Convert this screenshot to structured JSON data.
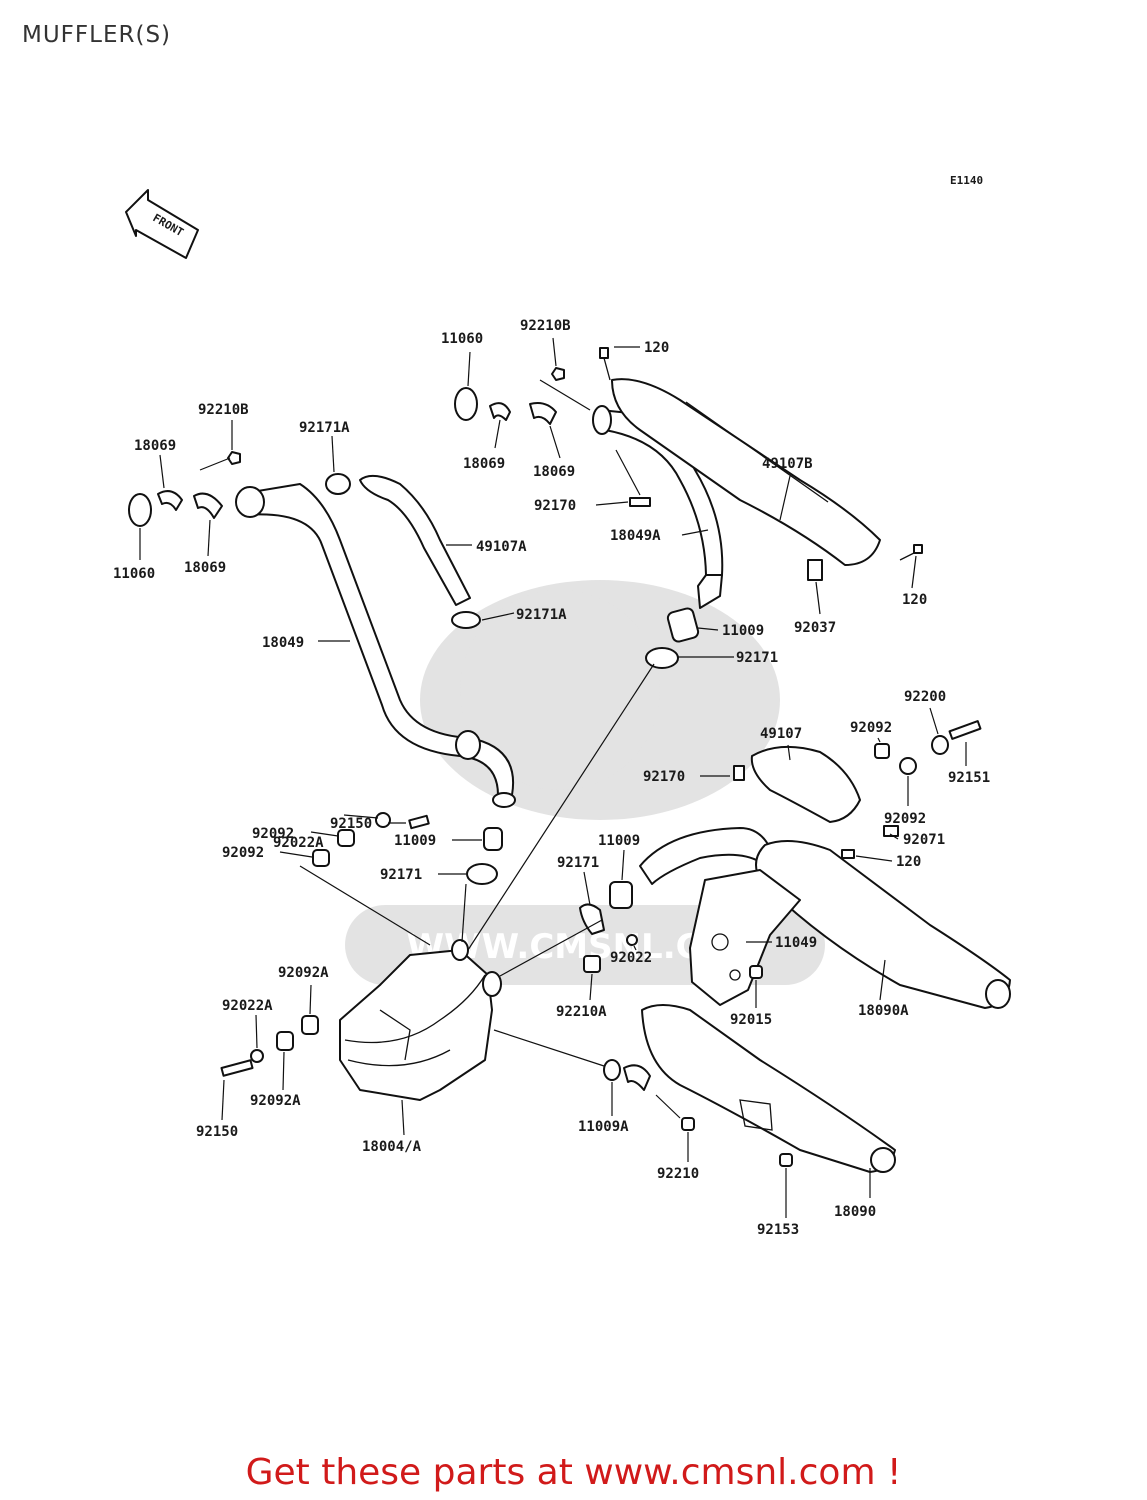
{
  "page": {
    "title": "MUFFLER(S)",
    "diagram_ref": "E1140",
    "front_label": "FRONT",
    "cta": "Get these parts at www.cmsnl.com !",
    "watermark": "WWW.CMSNL.COM",
    "colors": {
      "cta": "#d11a1a",
      "lines": "#111111",
      "watermark": "#e3e3e3"
    }
  },
  "parts": {
    "p1": "11060",
    "p2": "92210B",
    "p3": "120",
    "p4": "92210B",
    "p5": "18069",
    "p6": "92171A",
    "p7": "18069",
    "p8": "18069",
    "p9": "49107B",
    "p10": "11060",
    "p11": "18069",
    "p12": "92170",
    "p13": "49107A",
    "p14": "18049A",
    "p15": "92171A",
    "p16": "120",
    "p17": "92037",
    "p18": "11009",
    "p19": "18049",
    "p20": "92171",
    "p21": "92200",
    "p22": "49107",
    "p23": "92092",
    "p24": "92151",
    "p25": "92170",
    "p26": "92150",
    "p27": "92092",
    "p28": "92022A",
    "p29": "92071",
    "p30": "92092",
    "p31": "11009",
    "p32": "11009",
    "p33": "92092",
    "p34": "120",
    "p35": "92171",
    "p36": "92171",
    "p37": "11049",
    "p38": "92022",
    "p39": "92092A",
    "p40": "92210A",
    "p41": "92015",
    "p42": "18090A",
    "p43": "92022A",
    "p44": "92092A",
    "p45": "92150",
    "p46": "18004/A",
    "p47": "11009A",
    "p48": "92210",
    "p49": "18090",
    "p50": "92153"
  }
}
